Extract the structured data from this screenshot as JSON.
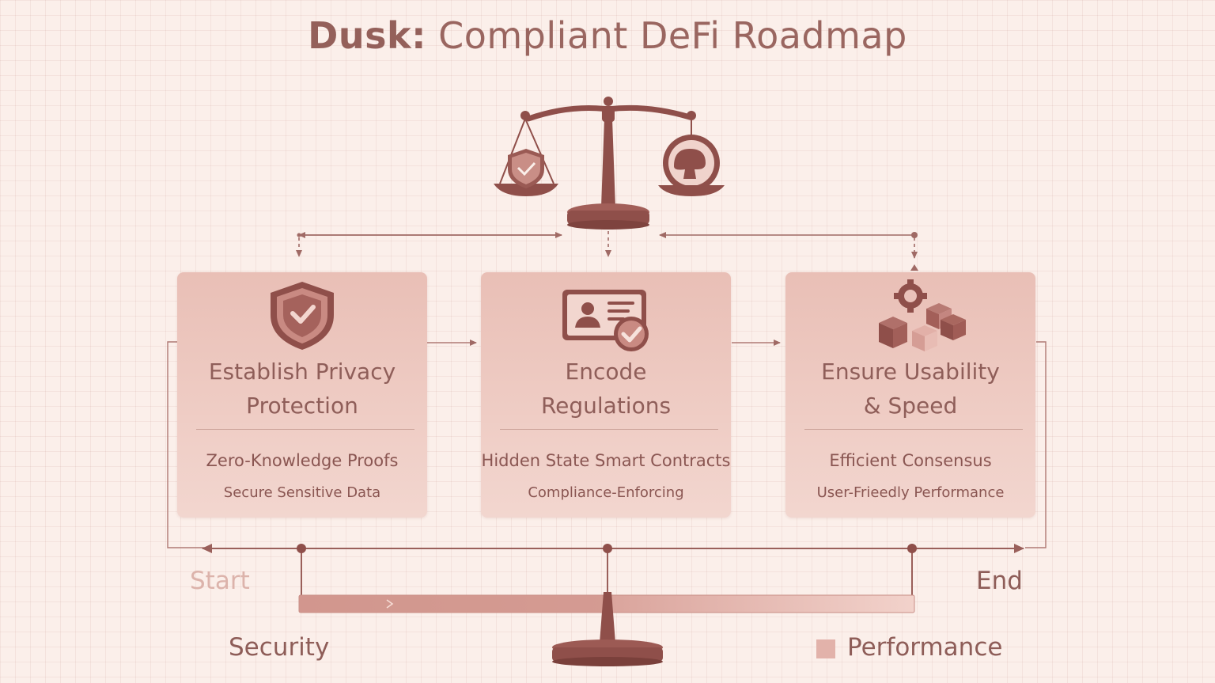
{
  "header": {
    "title_brand": "Dusk:",
    "title_rest": "Compliant DeFi Roadmap"
  },
  "cards": [
    {
      "icon": "shield-check-icon",
      "title_line1": "Establish Privacy",
      "title_line2": "Protection",
      "subtitle": "Zero-Knowledge Proofs",
      "detail": "Secure Sensitive Data"
    },
    {
      "icon": "id-card-check-icon",
      "title_line1": "Encode",
      "title_line2": "Regulations",
      "subtitle": "Hidden State Smart Contracts",
      "detail": "Compliance-Enforcing"
    },
    {
      "icon": "cubes-gear-icon",
      "title_line1": "Ensure Usability",
      "title_line2": "& Speed",
      "subtitle": "Efficient Consensus",
      "detail": "User-Frieedly Performance"
    }
  ],
  "timeline": {
    "start_label": "Start",
    "end_label": "End"
  },
  "balance_bar": {
    "left_label": "Security",
    "right_label": "Performance"
  },
  "colors": {
    "background": "#fbefea",
    "accent_dark": "#8f4f4a",
    "card_fill": "#ebc3ba",
    "line": "#a06a65"
  }
}
